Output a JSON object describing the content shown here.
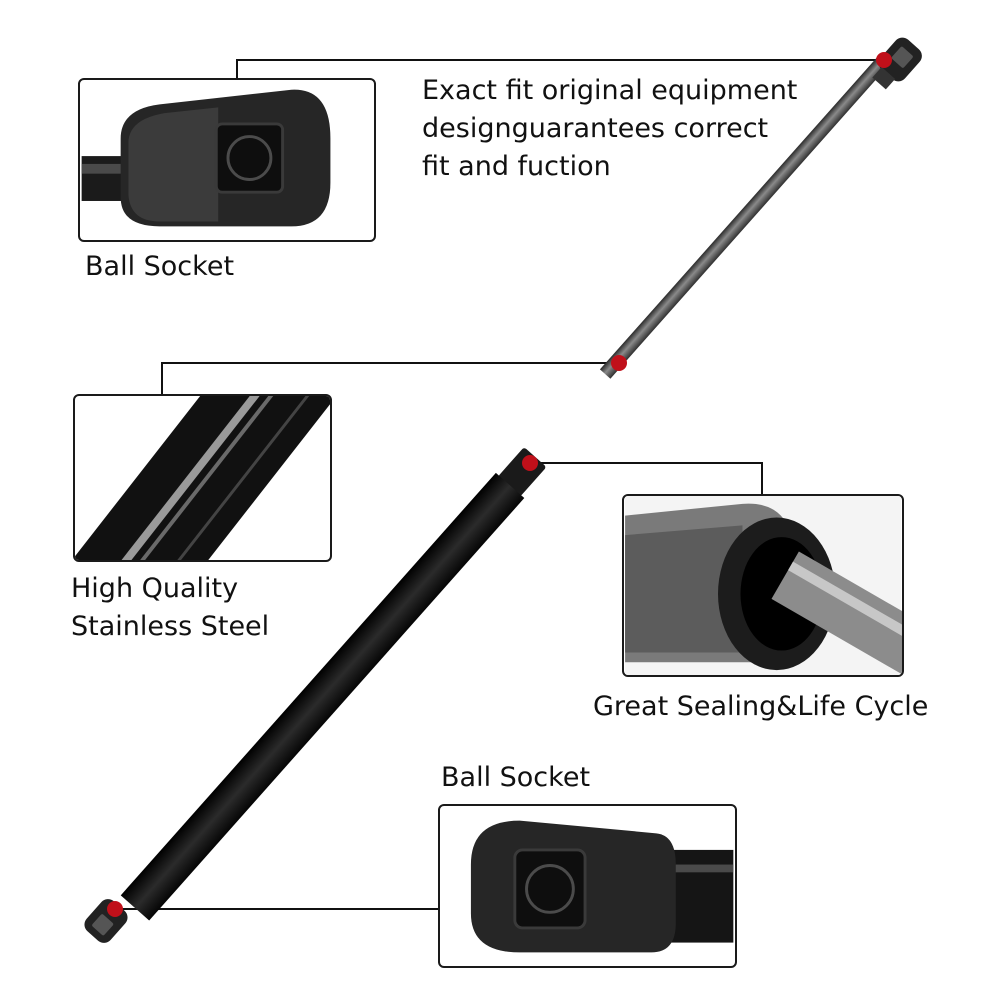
{
  "features": {
    "exact_fit_line1": "Exact fit original equipment",
    "exact_fit_line2": "designguarantees correct",
    "exact_fit_line3": "fit and fuction",
    "ball_socket_top": "Ball Socket",
    "steel_line1": "High Quality",
    "steel_line2": "Stainless Steel",
    "sealing": "Great Sealing&Life Cycle",
    "ball_socket_bottom": "Ball Socket"
  },
  "icons": {
    "marker": "red-dot-marker-icon"
  },
  "colors": {
    "marker": "#c0101a",
    "strut_body": "#111111",
    "rod": "#5a5a5a",
    "callout_line": "#111111"
  }
}
